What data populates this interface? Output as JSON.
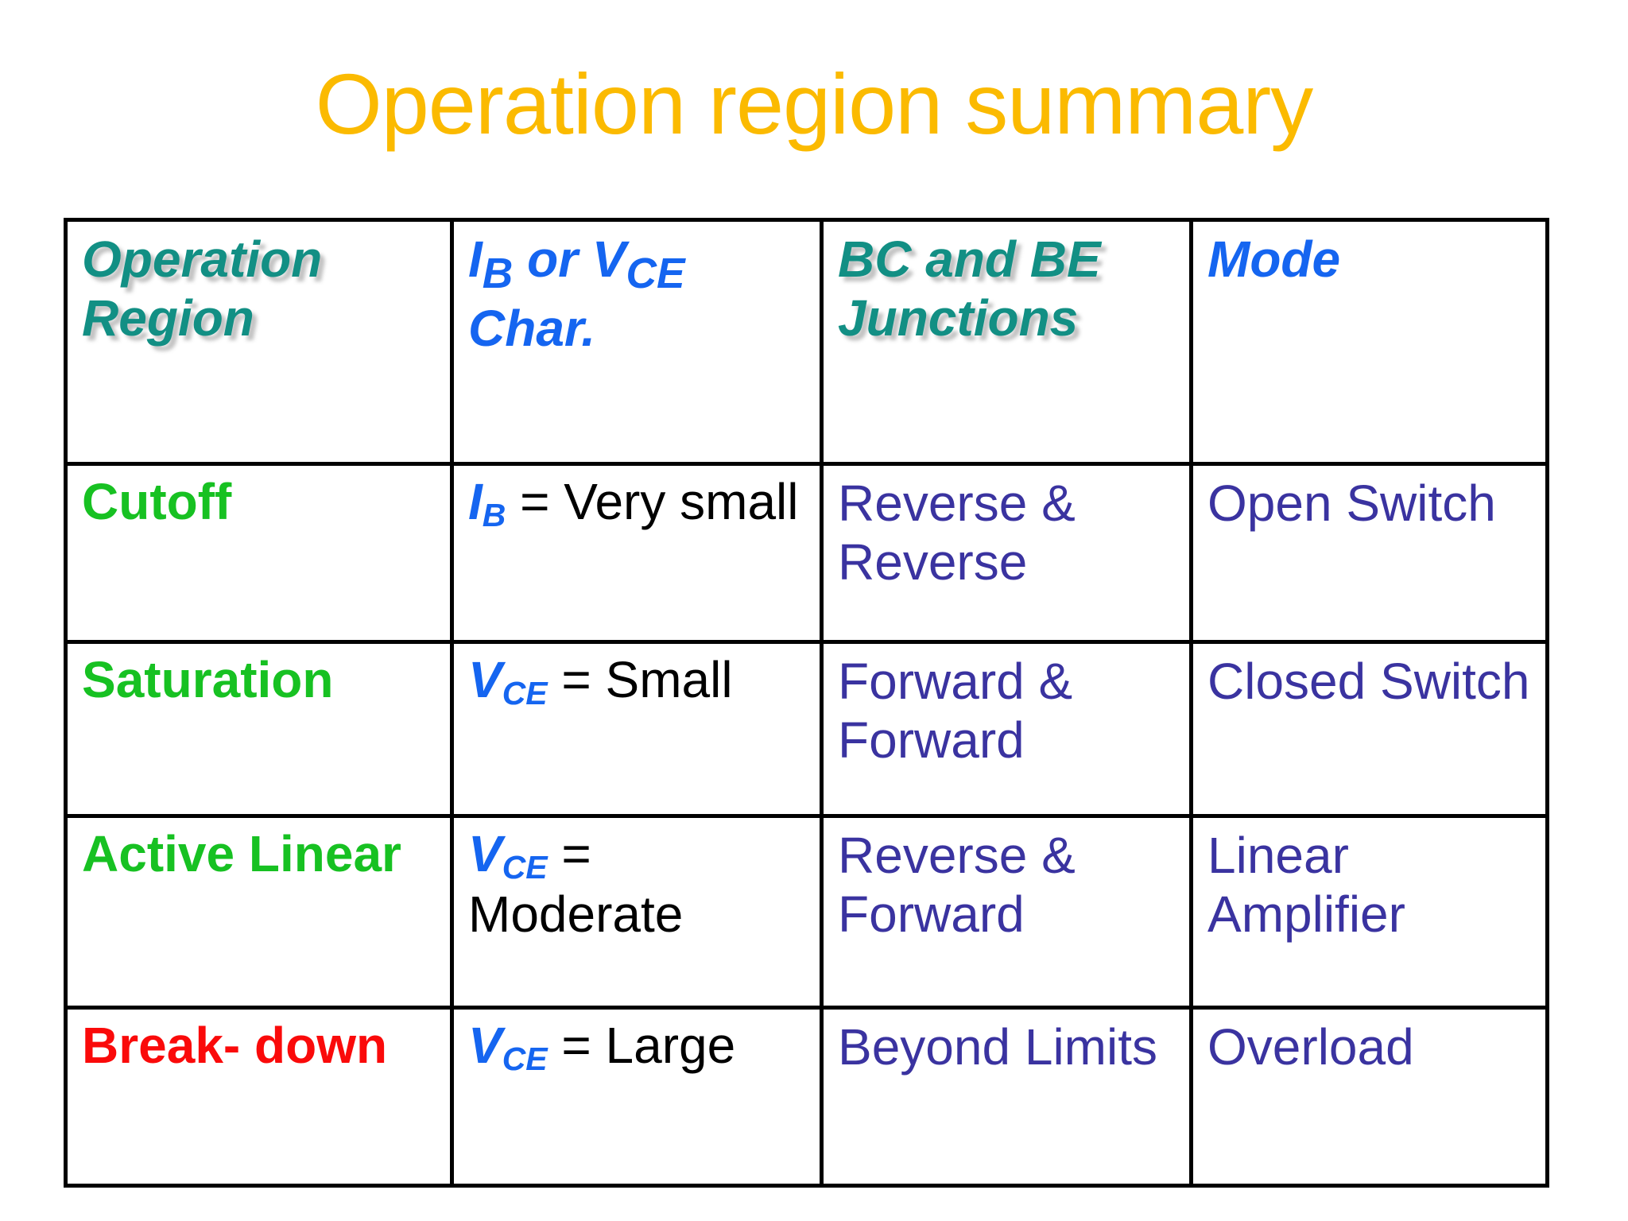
{
  "slide": {
    "title": "Operation region summary",
    "title_color": "#FBBA00",
    "background": "#ffffff"
  },
  "colors": {
    "header_teal": "#128F84",
    "header_blue": "#1565F0",
    "region_green": "#17C122",
    "region_red": "#FA0A0A",
    "junction_navy": "#3A33A0",
    "symbol_blue": "#1565F0",
    "border": "#000000",
    "text_black": "#000000"
  },
  "table": {
    "headers": {
      "col1": {
        "line1": "Operation",
        "line2": "Region"
      },
      "col2": {
        "sym": "I",
        "sub": "B",
        "mid": " or ",
        "sym2": "V",
        "sub2": "CE",
        "line2": "Char."
      },
      "col3": {
        "line1": "BC and BE",
        "line2": "Junctions"
      },
      "col4": {
        "line1": "Mode"
      }
    },
    "rows": [
      {
        "region": "Cutoff",
        "region_color": "green",
        "char": {
          "sym": "I",
          "sub": "B",
          "rest": " = Very small"
        },
        "junctions": "Reverse & Reverse",
        "mode": "Open Switch"
      },
      {
        "region": "Saturation",
        "region_color": "green",
        "char": {
          "sym": "V",
          "sub": "CE",
          "rest": " = Small"
        },
        "junctions": "Forward & Forward",
        "mode": "Closed Switch"
      },
      {
        "region": "Active Linear",
        "region_color": "green",
        "char": {
          "sym": "V",
          "sub": "CE",
          "rest": " = Moderate"
        },
        "junctions": "Reverse & Forward",
        "mode": "Linear Amplifier"
      },
      {
        "region": "Break- down",
        "region_color": "red",
        "char": {
          "sym": "V",
          "sub": "CE",
          "rest": " = Large"
        },
        "junctions": "Beyond Limits",
        "mode": "Overload"
      }
    ]
  },
  "chart_data": {
    "type": "table",
    "title": "Operation region summary",
    "columns": [
      "Operation Region",
      "IB or VCE Char.",
      "BC and BE Junctions",
      "Mode"
    ],
    "rows": [
      [
        "Cutoff",
        "IB = Very small",
        "Reverse & Reverse",
        "Open Switch"
      ],
      [
        "Saturation",
        "VCE = Small",
        "Forward & Forward",
        "Closed Switch"
      ],
      [
        "Active Linear",
        "VCE = Moderate",
        "Reverse & Forward",
        "Linear Amplifier"
      ],
      [
        "Break-down",
        "VCE = Large",
        "Beyond Limits",
        "Overload"
      ]
    ]
  }
}
